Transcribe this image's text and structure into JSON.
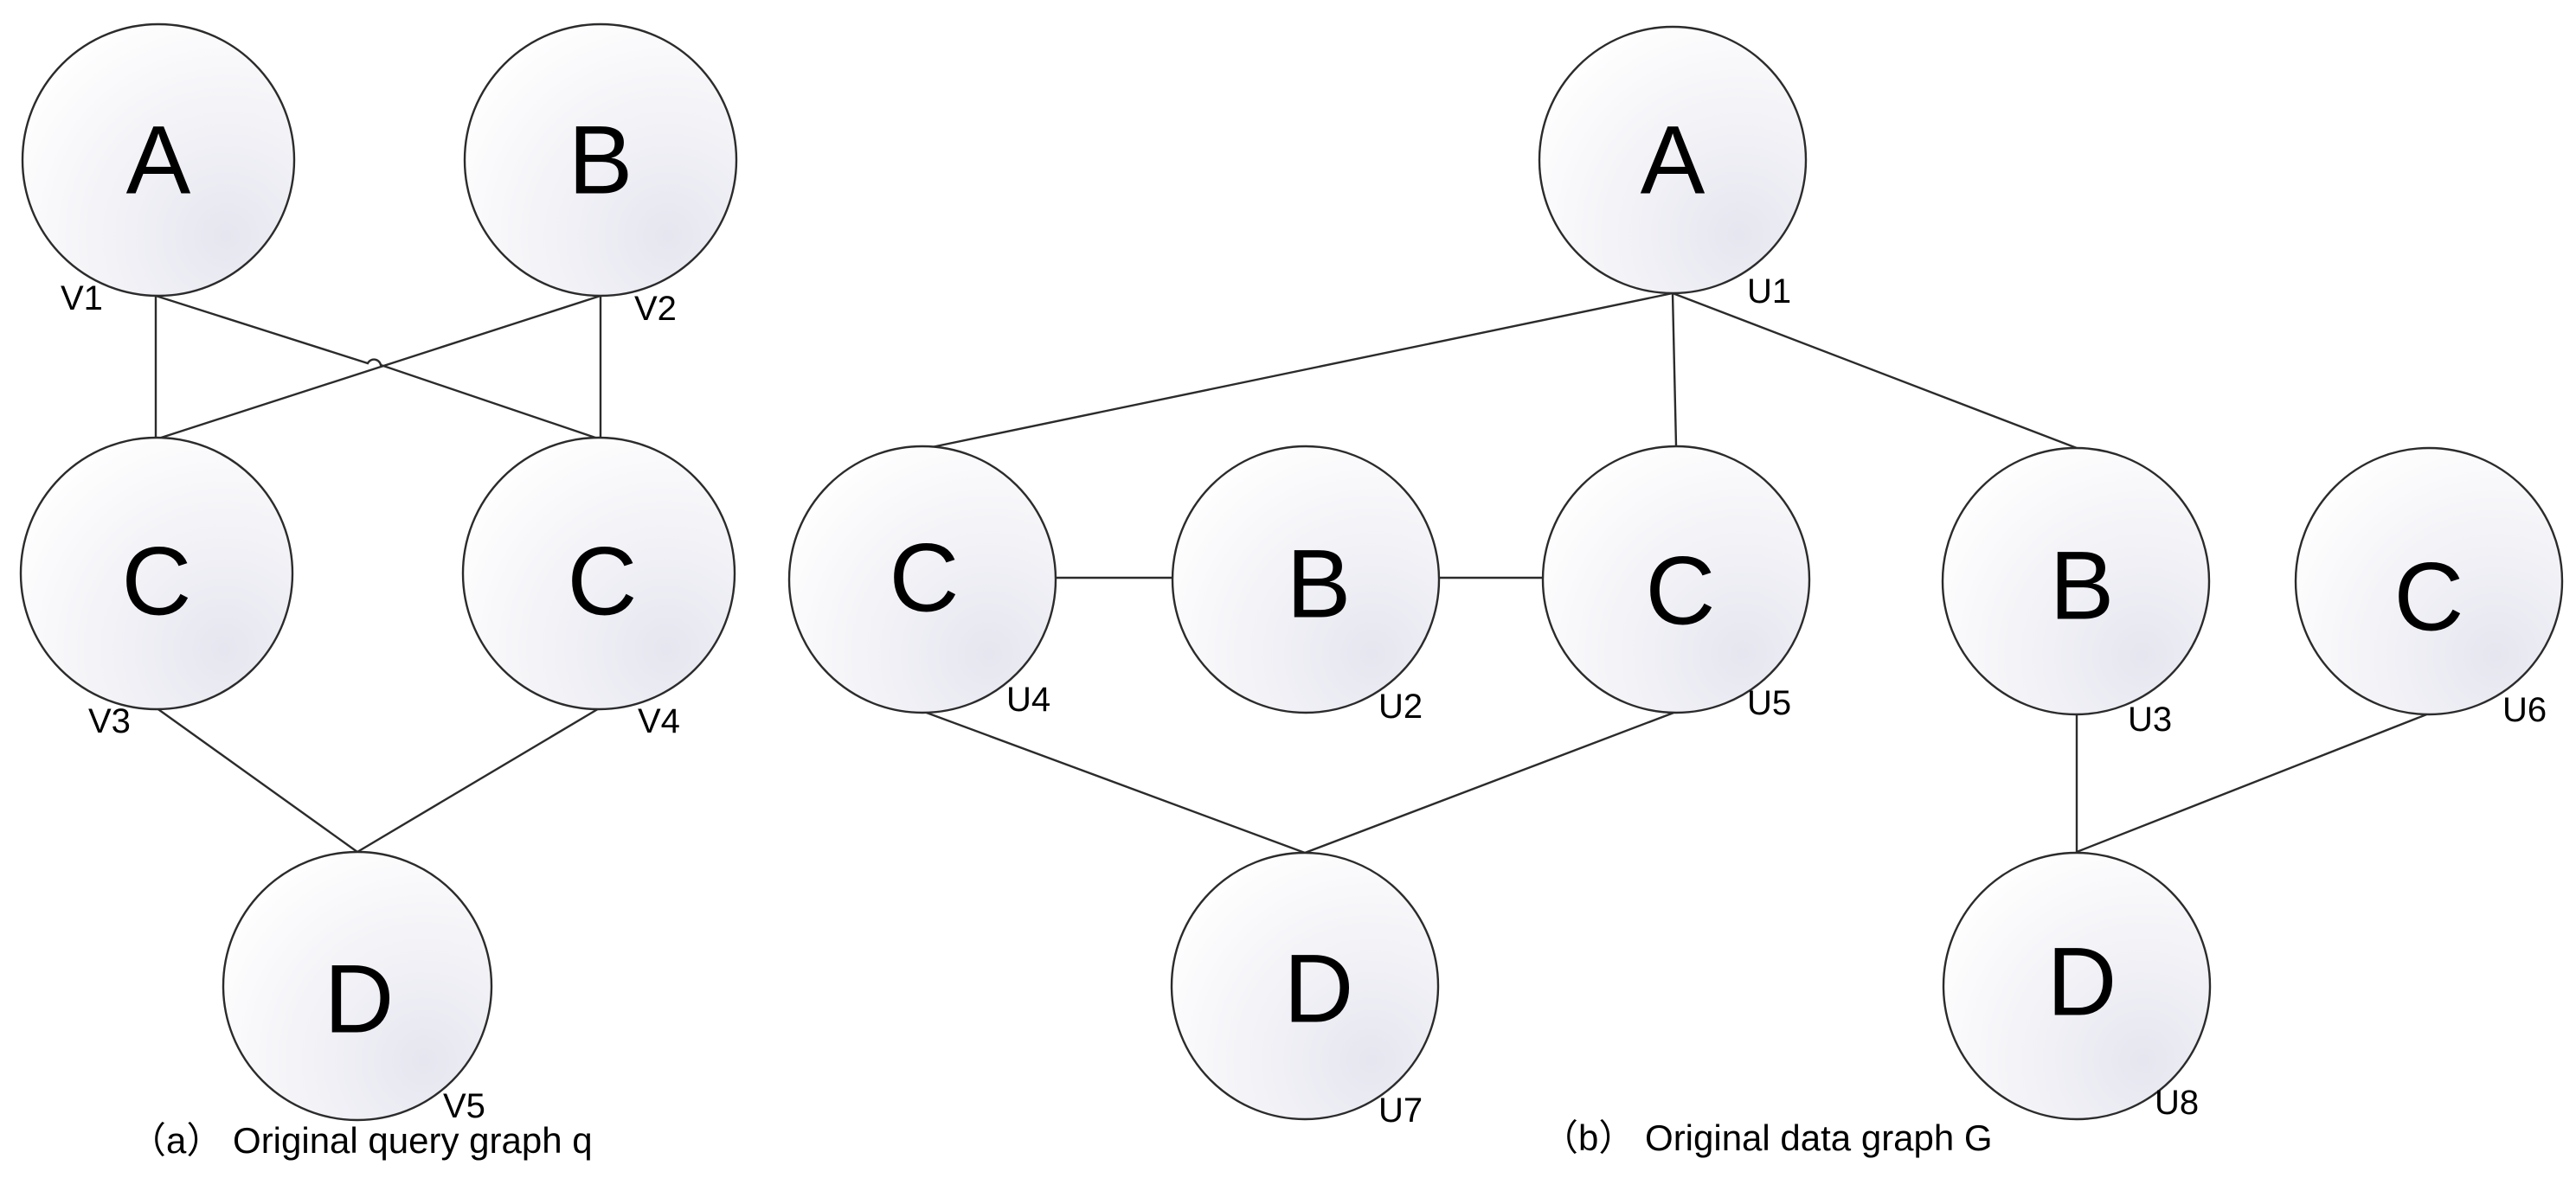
{
  "query_graph": {
    "caption": "（a） Original query graph q",
    "nodes": [
      {
        "id": "v1",
        "letter": "A",
        "label": "V1"
      },
      {
        "id": "v2",
        "letter": "B",
        "label": "V2"
      },
      {
        "id": "v3",
        "letter": "C",
        "label": "V3"
      },
      {
        "id": "v4",
        "letter": "C",
        "label": "V4"
      },
      {
        "id": "v5",
        "letter": "D",
        "label": "V5"
      }
    ],
    "edges": [
      [
        "v1",
        "v3"
      ],
      [
        "v1",
        "v4"
      ],
      [
        "v2",
        "v3"
      ],
      [
        "v2",
        "v4"
      ],
      [
        "v3",
        "v5"
      ],
      [
        "v4",
        "v5"
      ]
    ]
  },
  "data_graph": {
    "caption": "（b） Original data graph G",
    "nodes": [
      {
        "id": "u1",
        "letter": "A",
        "label": "U1"
      },
      {
        "id": "u4",
        "letter": "C",
        "label": "U4"
      },
      {
        "id": "u2",
        "letter": "B",
        "label": "U2"
      },
      {
        "id": "u5",
        "letter": "C",
        "label": "U5"
      },
      {
        "id": "u3",
        "letter": "B",
        "label": "U3"
      },
      {
        "id": "u6",
        "letter": "C",
        "label": "U6"
      },
      {
        "id": "u7",
        "letter": "D",
        "label": "U7"
      },
      {
        "id": "u8",
        "letter": "D",
        "label": "U8"
      }
    ],
    "edges": [
      [
        "u1",
        "u4"
      ],
      [
        "u1",
        "u5"
      ],
      [
        "u1",
        "u3"
      ],
      [
        "u4",
        "u2"
      ],
      [
        "u2",
        "u5"
      ],
      [
        "u4",
        "u7"
      ],
      [
        "u5",
        "u7"
      ],
      [
        "u3",
        "u8"
      ],
      [
        "u6",
        "u8"
      ]
    ]
  }
}
